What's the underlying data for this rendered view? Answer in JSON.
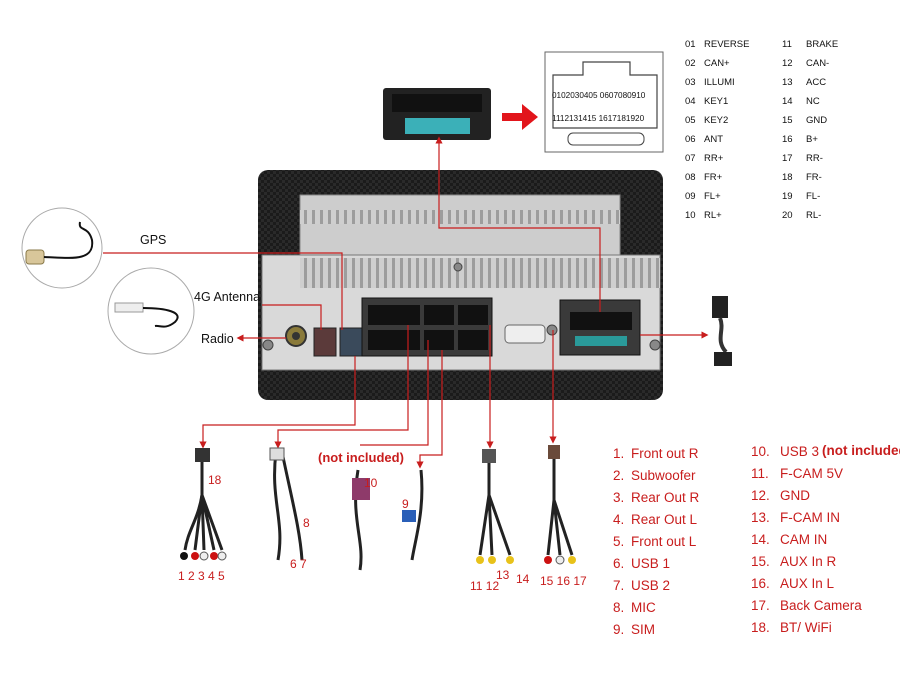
{
  "labels": {
    "gps": "GPS",
    "antenna_4g": "4G Antenna",
    "radio": "Radio",
    "not_included": "(not included)"
  },
  "pins_left": [
    {
      "num": "01",
      "name": "REVERSE"
    },
    {
      "num": "02",
      "name": "CAN+"
    },
    {
      "num": "03",
      "name": "ILLUMI"
    },
    {
      "num": "04",
      "name": "KEY1"
    },
    {
      "num": "05",
      "name": "KEY2"
    },
    {
      "num": "06",
      "name": "ANT"
    },
    {
      "num": "07",
      "name": "RR+"
    },
    {
      "num": "08",
      "name": "FR+"
    },
    {
      "num": "09",
      "name": "FL+"
    },
    {
      "num": "10",
      "name": "RL+"
    }
  ],
  "pins_right": [
    {
      "num": "11",
      "name": "BRAKE"
    },
    {
      "num": "12",
      "name": "CAN-"
    },
    {
      "num": "13",
      "name": "ACC"
    },
    {
      "num": "14",
      "name": "NC"
    },
    {
      "num": "15",
      "name": "GND"
    },
    {
      "num": "16",
      "name": "B+"
    },
    {
      "num": "17",
      "name": "RR-"
    },
    {
      "num": "18",
      "name": "FR-"
    },
    {
      "num": "19",
      "name": "FL-"
    },
    {
      "num": "20",
      "name": "RL-"
    }
  ],
  "connector_rows": {
    "top": "0102030405  0607080910",
    "bottom": "1112131415  1617181920"
  },
  "legend_left": [
    {
      "num": "1.",
      "text": "Front out R"
    },
    {
      "num": "2.",
      "text": "Subwoofer"
    },
    {
      "num": "3.",
      "text": "Rear Out R"
    },
    {
      "num": "4.",
      "text": "Rear Out L"
    },
    {
      "num": "5.",
      "text": "Front out L"
    },
    {
      "num": "6.",
      "text": "USB 1"
    },
    {
      "num": "7.",
      "text": "USB 2"
    },
    {
      "num": "8.",
      "text": "MIC"
    },
    {
      "num": "9.",
      "text": "SIM"
    }
  ],
  "legend_right": [
    {
      "num": "10.",
      "text": "USB 3",
      "note": "(not included)"
    },
    {
      "num": "11.",
      "text": "F-CAM 5V"
    },
    {
      "num": "12.",
      "text": "GND"
    },
    {
      "num": "13.",
      "text": "F-CAM IN"
    },
    {
      "num": "14.",
      "text": "CAM IN"
    },
    {
      "num": "15.",
      "text": "AUX In R"
    },
    {
      "num": "16.",
      "text": "AUX In L"
    },
    {
      "num": "17.",
      "text": "Back Camera"
    },
    {
      "num": "18.",
      "text": "BT/ WiFi"
    }
  ],
  "callouts": {
    "n18": "18",
    "n8": "8",
    "n67": "6 7",
    "n10": "10",
    "n9": "9",
    "n1to5": "1 2 3 4 5",
    "n11_12": "11 12",
    "n13": "13",
    "n14": "14",
    "n15_17": "15 16 17"
  },
  "colors": {
    "accent": "#c81d1d",
    "panel": "#d9d9d9",
    "frame": "#1f1f1f"
  }
}
